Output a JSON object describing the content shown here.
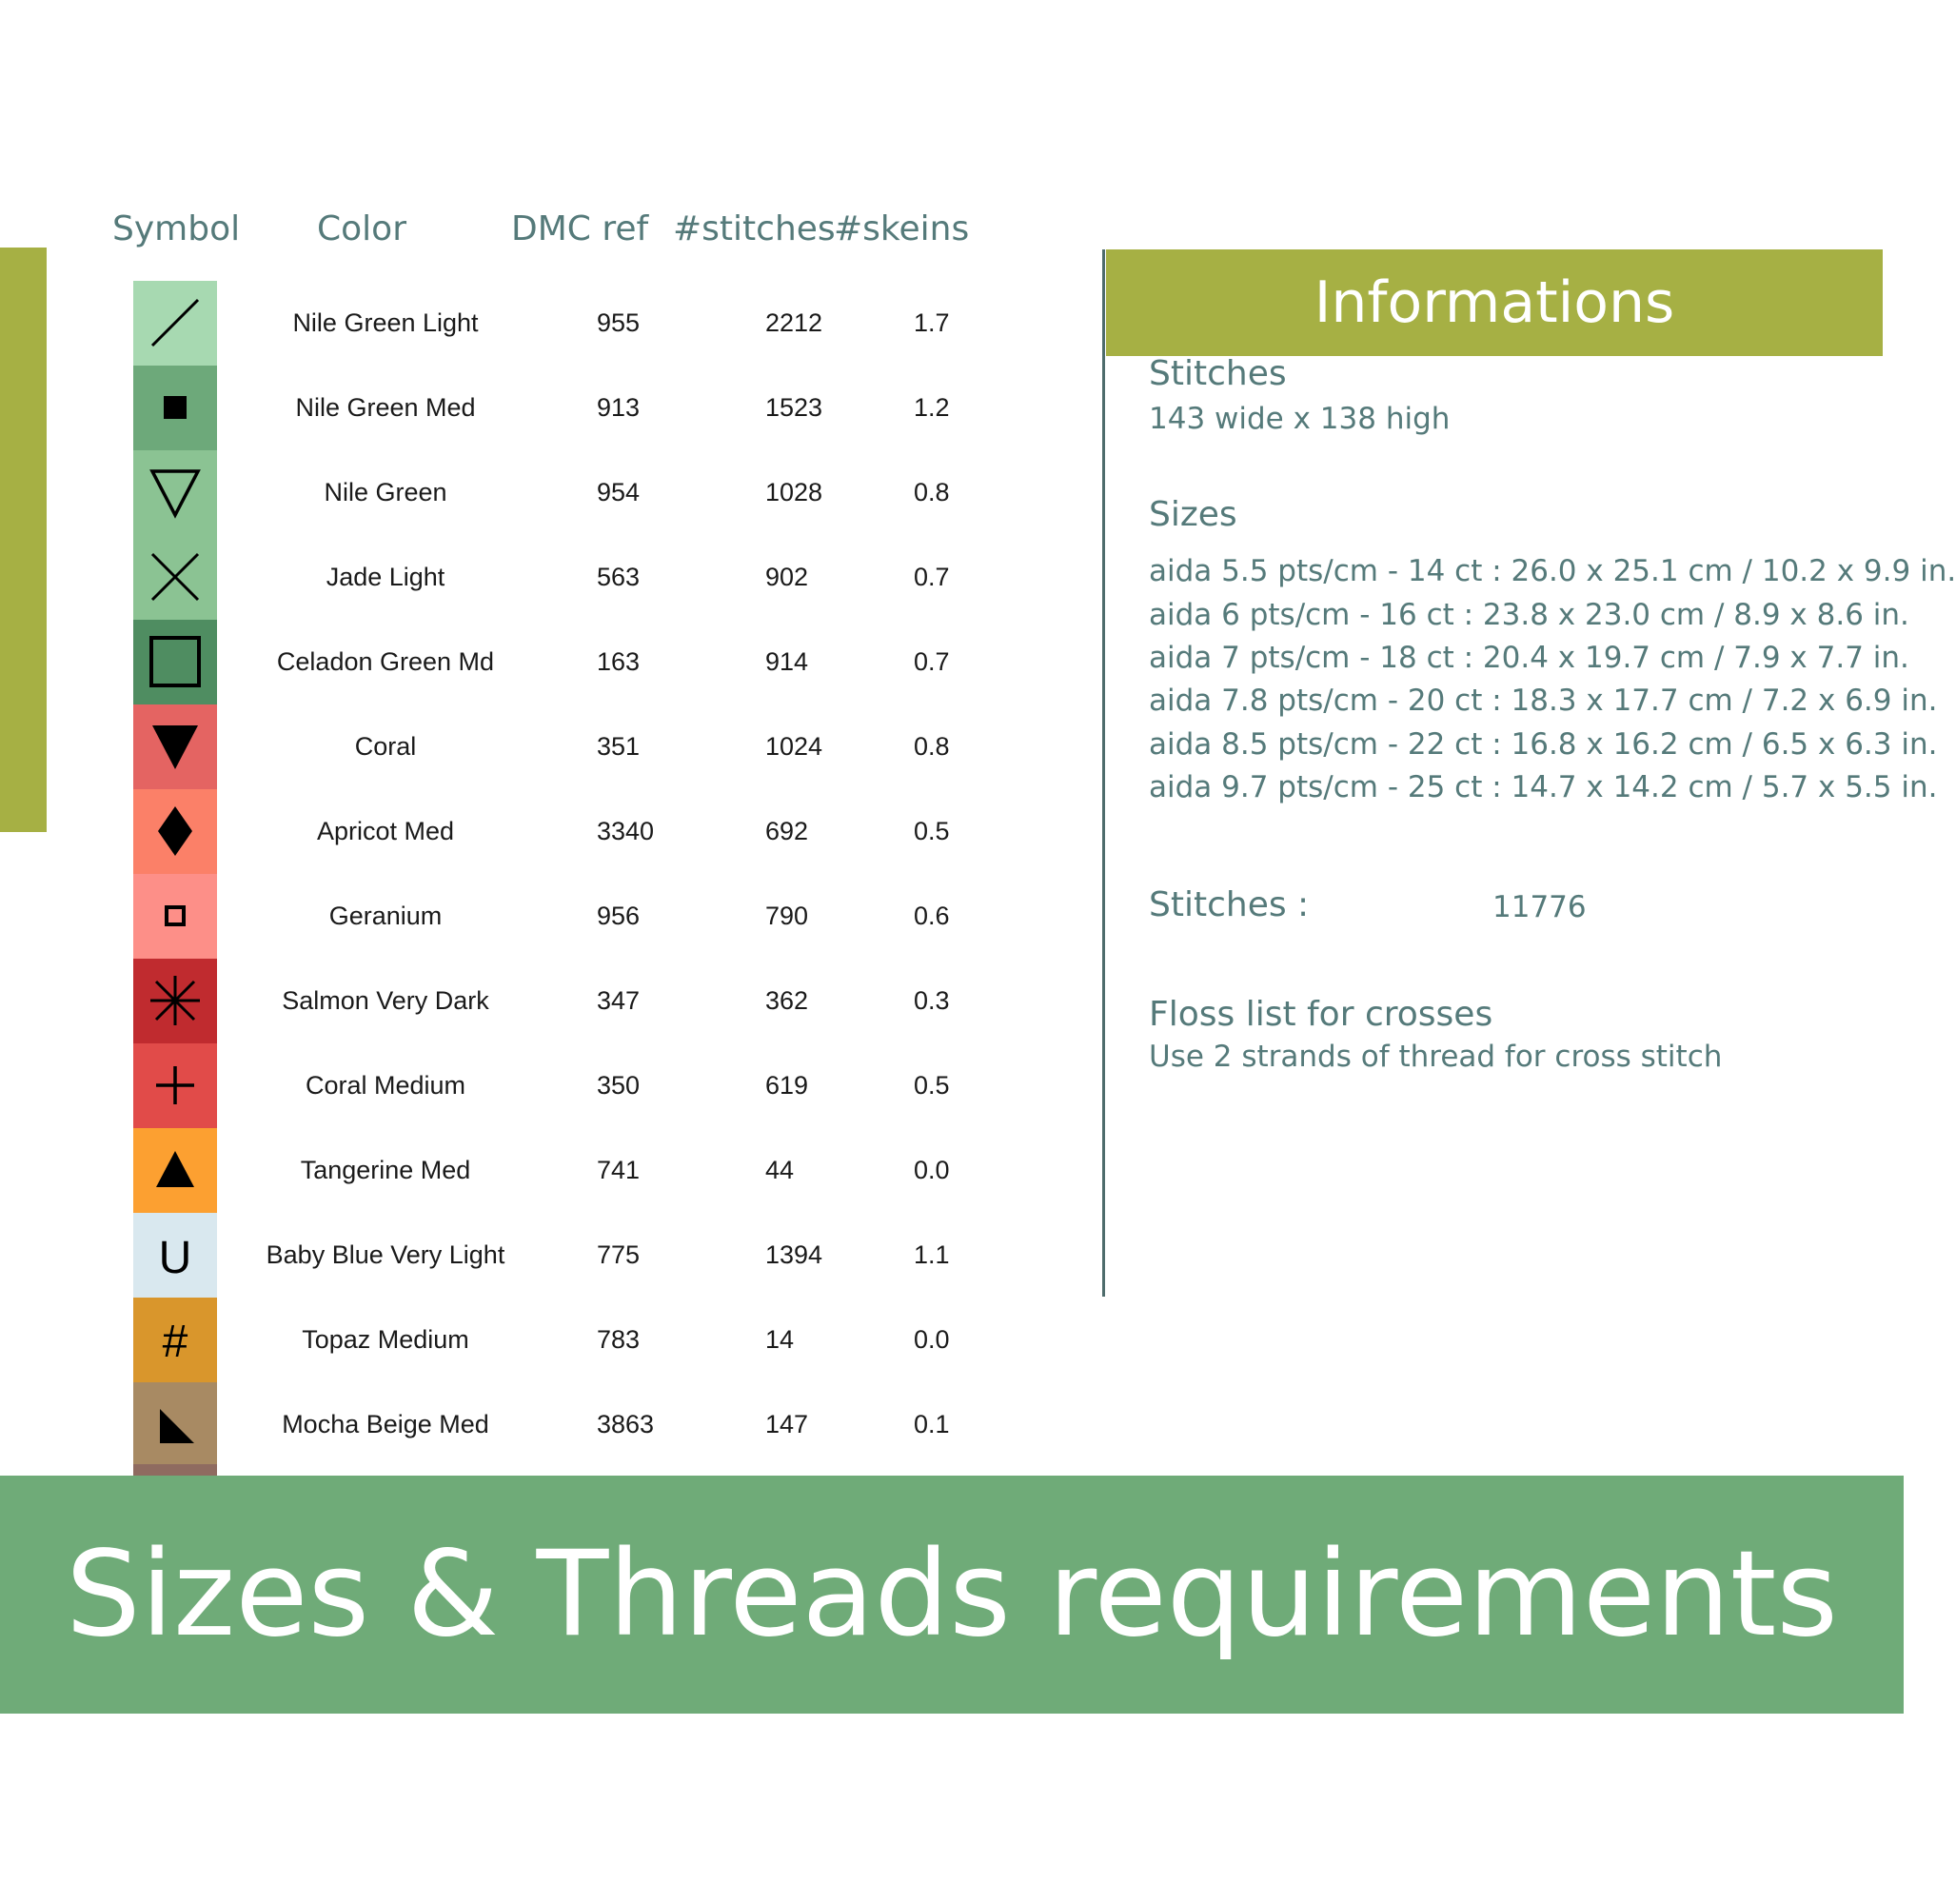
{
  "table": {
    "headers": {
      "symbol": "Symbol",
      "color": "Color",
      "dmc": "DMC ref",
      "stitches": "#stitches",
      "skeins": "#skeins"
    },
    "rows": [
      {
        "symbol": "diagonal-line-icon",
        "swatch": "#a7d9b1",
        "name": "Nile Green Light",
        "dmc": "955",
        "stitches": "2212",
        "skeins": "1.7"
      },
      {
        "symbol": "filled-square-icon",
        "swatch": "#6da97a",
        "name": "Nile Green Med",
        "dmc": "913",
        "stitches": "1523",
        "skeins": "1.2"
      },
      {
        "symbol": "triangle-down-outline-icon",
        "swatch": "#8bc393",
        "name": "Nile Green",
        "dmc": "954",
        "stitches": "1028",
        "skeins": "0.8"
      },
      {
        "symbol": "x-cross-icon",
        "swatch": "#8bc393",
        "name": "Jade Light",
        "dmc": "563",
        "stitches": "902",
        "skeins": "0.7"
      },
      {
        "symbol": "square-outline-icon",
        "swatch": "#4f8d61",
        "name": "Celadon Green Md",
        "dmc": "163",
        "stitches": "914",
        "skeins": "0.7"
      },
      {
        "symbol": "triangle-down-filled-icon",
        "swatch": "#e46462",
        "name": "Coral",
        "dmc": "351",
        "stitches": "1024",
        "skeins": "0.8"
      },
      {
        "symbol": "diamond-filled-icon",
        "swatch": "#fb8068",
        "name": "Apricot Med",
        "dmc": "3340",
        "stitches": "692",
        "skeins": "0.5"
      },
      {
        "symbol": "small-square-outline-icon",
        "swatch": "#fd8f88",
        "name": "Geranium",
        "dmc": "956",
        "stitches": "790",
        "skeins": "0.6"
      },
      {
        "symbol": "asterisk-icon",
        "swatch": "#c02b2f",
        "name": "Salmon Very Dark",
        "dmc": "347",
        "stitches": "362",
        "skeins": "0.3"
      },
      {
        "symbol": "plus-icon",
        "swatch": "#e14b49",
        "name": "Coral Medium",
        "dmc": "350",
        "stitches": "619",
        "skeins": "0.5"
      },
      {
        "symbol": "triangle-up-filled-icon",
        "swatch": "#fca031",
        "name": "Tangerine Med",
        "dmc": "741",
        "stitches": "44",
        "skeins": "0.0"
      },
      {
        "symbol": "letter-u-icon",
        "swatch": "#d9e8ef",
        "name": "Baby Blue Very Light",
        "dmc": "775",
        "stitches": "1394",
        "skeins": "1.1"
      },
      {
        "symbol": "hash-icon",
        "swatch": "#d9962c",
        "name": "Topaz Medium",
        "dmc": "783",
        "stitches": "14",
        "skeins": "0.0"
      },
      {
        "symbol": "corner-triangle-icon",
        "swatch": "#a88a63",
        "name": "Mocha Beige Med",
        "dmc": "3863",
        "stitches": "147",
        "skeins": "0.1"
      }
    ]
  },
  "info": {
    "title": "Informations",
    "stitches_heading": "Stitches",
    "stitches_dims": "143 wide x 138 high",
    "sizes_heading": "Sizes",
    "sizes": [
      "aida 5.5 pts/cm - 14 ct : 26.0 x 25.1 cm / 10.2 x 9.9 in.",
      "aida 6 pts/cm - 16 ct : 23.8 x 23.0 cm / 8.9 x 8.6 in.",
      "aida 7 pts/cm - 18 ct : 20.4 x 19.7 cm / 7.9 x 7.7 in.",
      "aida 7.8 pts/cm - 20 ct : 18.3 x 17.7 cm / 7.2 x 6.9 in.",
      "aida 8.5 pts/cm - 22 ct : 16.8 x 16.2 cm / 6.5 x 6.3 in.",
      "aida 9.7 pts/cm - 25 ct : 14.7 x 14.2 cm / 5.7 x 5.5 in."
    ],
    "total_label": "Stitches :",
    "total_value": "11776",
    "floss_heading": "Floss list for crosses",
    "floss_note": "Use 2 strands of thread for cross stitch"
  },
  "footer": {
    "title": "Sizes & Threads requirements"
  },
  "colors": {
    "accent_olive": "#a6b044",
    "footer_green": "#6fab78",
    "text_teal": "#557a7a",
    "partial_swatch": "#8f6b60"
  }
}
